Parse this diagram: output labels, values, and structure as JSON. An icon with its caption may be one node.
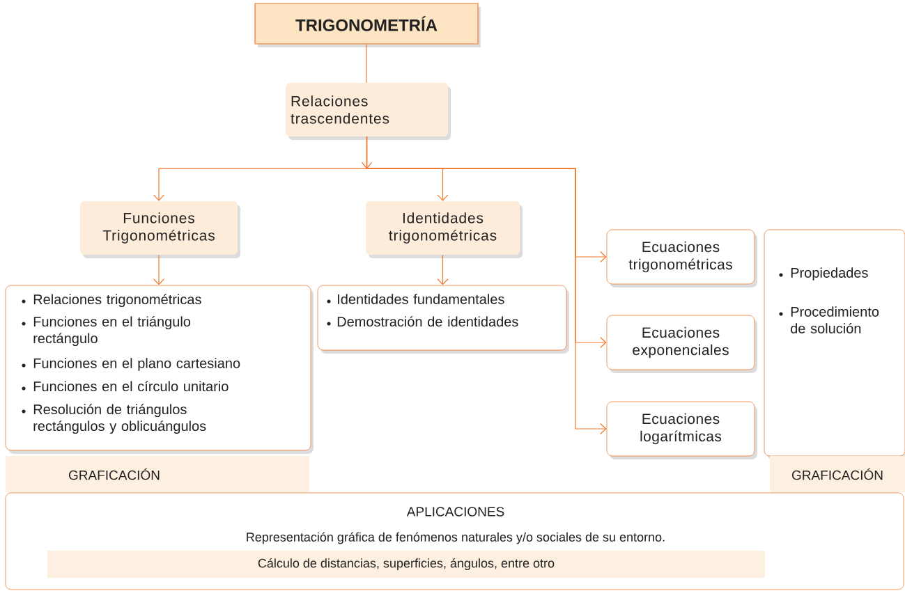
{
  "diagram": {
    "nodes": [
      {
        "text": [
          "TRIGONOMETRÍA"
        ]
      },
      {
        "text": [
          "Relaciones trascendentes"
        ]
      },
      {
        "text": [
          "Funciones Trigonométricas"
        ]
      },
      {
        "text": [
          "Identidades trigonométricas"
        ]
      },
      {
        "text": [
          "Ecuaciones trigonométricas"
        ]
      },
      {
        "text": [
          "Ecuaciones exponenciales"
        ]
      },
      {
        "text": [
          "Ecuaciones logarítmicas"
        ]
      },
      {
        "text": [
          "Relaciones trigonométricas",
          "Funciones en el triángulo rectángulo",
          "Funciones en el plano cartesiano",
          "Funciones en el círculo unitario",
          "Resolución de triángulos rectángulos y oblicuángulos"
        ]
      },
      {
        "text": [
          "Identidades fundamentales",
          "Demostración de identidades"
        ]
      },
      {
        "text": [
          "Propiedades",
          "Procedimiento de solución"
        ]
      },
      {
        "text": [
          "GRAFICACIÓN"
        ]
      },
      {
        "text": [
          "GRAFICACIÓN"
        ]
      },
      {
        "text": [
          "APLICACIONES",
          "Representación gráfica de fenómenos naturales y/o sociales de su entorno."
        ]
      },
      {
        "text": [
          "Cálculo de distancias, superficies, ángulos, entre otro"
        ],
        "in": 12
      }
    ],
    "edges": [
      {
        "from": 0,
        "to": 1,
        "arrow": "none"
      },
      {
        "from": 1,
        "to": 2,
        "arrow": "to"
      },
      {
        "from": 1,
        "to": 3,
        "arrow": "to"
      },
      {
        "from": 1,
        "to": 4,
        "arrow": "to"
      },
      {
        "from": 1,
        "to": 5,
        "arrow": "to"
      },
      {
        "from": 1,
        "to": 6,
        "arrow": "to"
      },
      {
        "from": 2,
        "to": 7,
        "arrow": "to"
      },
      {
        "from": 3,
        "to": 8,
        "arrow": "to"
      }
    ]
  }
}
